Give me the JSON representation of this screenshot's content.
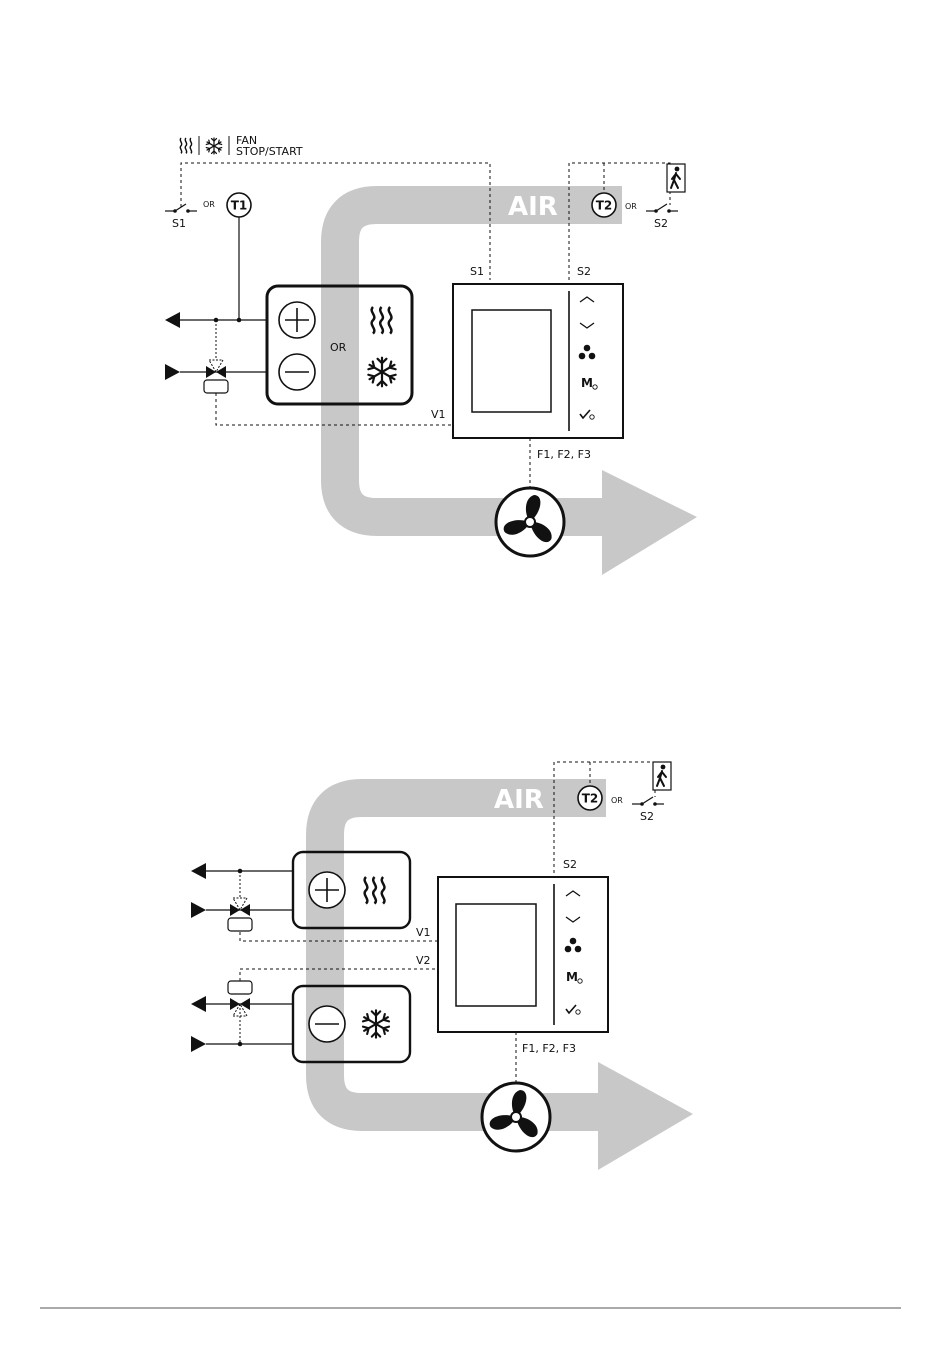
{
  "legend": {
    "fan_line1": "FAN",
    "fan_line2": "STOP/START"
  },
  "diagram1": {
    "air": "AIR",
    "or_s1": "OR",
    "or_s2": "OR",
    "or_center": "OR",
    "s1_switch": "S1",
    "s2_switch": "S2",
    "t1": "T1",
    "t2": "T2",
    "term_s1": "S1",
    "term_s2": "S2",
    "term_v1": "V1",
    "term_fan": "F1, F2, F3",
    "btn_mode": "M"
  },
  "diagram2": {
    "air": "AIR",
    "or_s2": "OR",
    "s2_switch": "S2",
    "t2": "T2",
    "term_s2": "S2",
    "term_v1": "V1",
    "term_v2": "V2",
    "term_fan": "F1, F2, F3",
    "btn_mode": "M"
  },
  "icons": [
    "heat-waves-icon",
    "snowflake-icon",
    "fan-icon",
    "person-walking-icon",
    "chevron-up-icon",
    "chevron-down-icon",
    "check-icon",
    "valve-icon",
    "switch-icon"
  ],
  "colors": {
    "air_duct": "#c8c8c8",
    "line": "#111111"
  }
}
